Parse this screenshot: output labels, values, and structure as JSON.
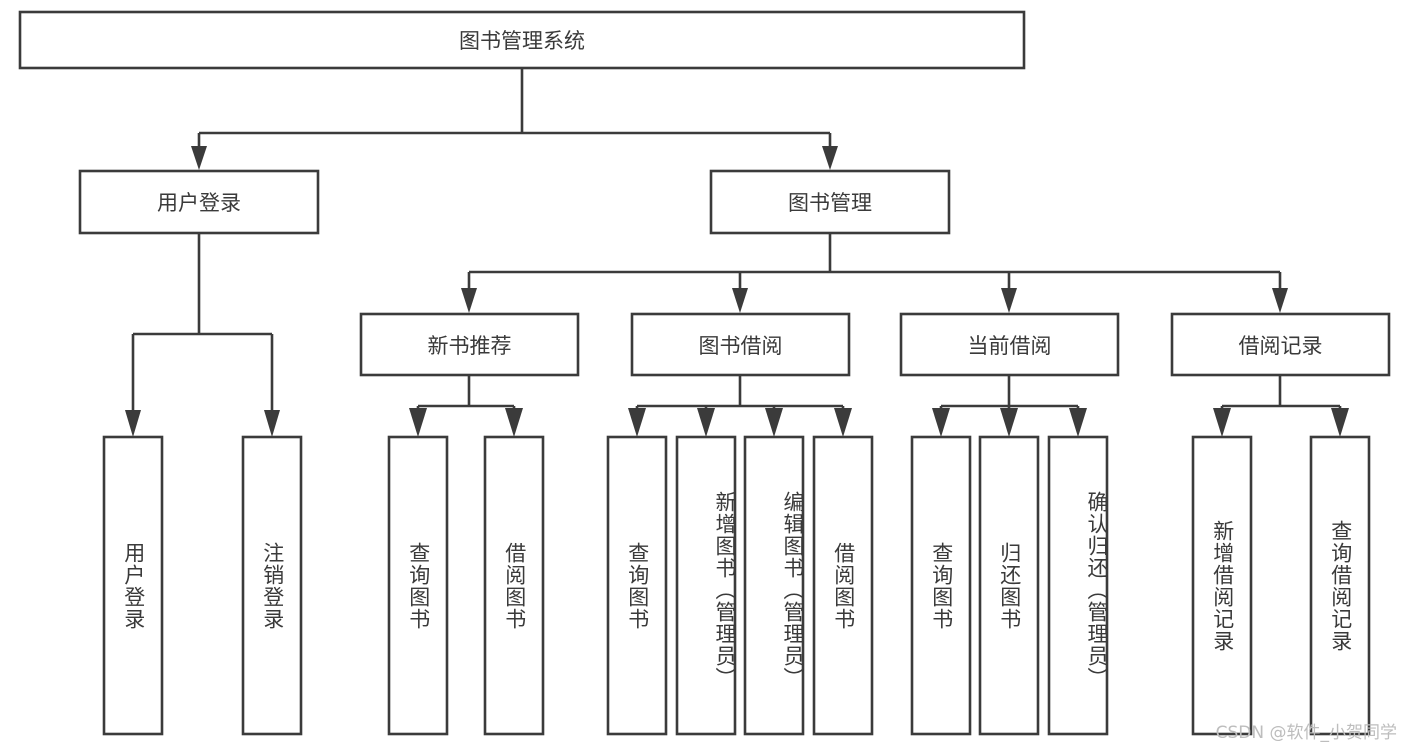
{
  "diagram": {
    "type": "tree-hierarchy-chart",
    "title": "图书管理系统",
    "colors": {
      "stroke": "#3b3b3b",
      "fill": "#ffffff",
      "text": "#3a3a3a",
      "watermark": "#bdbdbd",
      "background": "#ffffff"
    },
    "root": {
      "label": "图书管理系统"
    },
    "level1": [
      {
        "label": "用户登录"
      },
      {
        "label": "图书管理"
      }
    ],
    "level2": [
      {
        "label": "新书推荐"
      },
      {
        "label": "图书借阅"
      },
      {
        "label": "当前借阅"
      },
      {
        "label": "借阅记录"
      }
    ],
    "leaves": {
      "user_login": [
        {
          "label": "用户登录"
        },
        {
          "label": "注销登录"
        }
      ],
      "new_book_recommend": [
        {
          "label": "查询图书"
        },
        {
          "label": "借阅图书"
        }
      ],
      "book_borrow": [
        {
          "label": "查询图书"
        },
        {
          "label": "新增图书（管理员）"
        },
        {
          "label": "编辑图书（管理员）"
        },
        {
          "label": "借阅图书"
        }
      ],
      "current_borrow": [
        {
          "label": "查询图书"
        },
        {
          "label": "归还图书"
        },
        {
          "label": "确认归还（管理员）"
        }
      ],
      "borrow_record": [
        {
          "label": "新增借阅记录"
        },
        {
          "label": "查询借阅记录"
        }
      ]
    }
  },
  "watermark": {
    "text": "CSDN @软件_小贺同学"
  }
}
